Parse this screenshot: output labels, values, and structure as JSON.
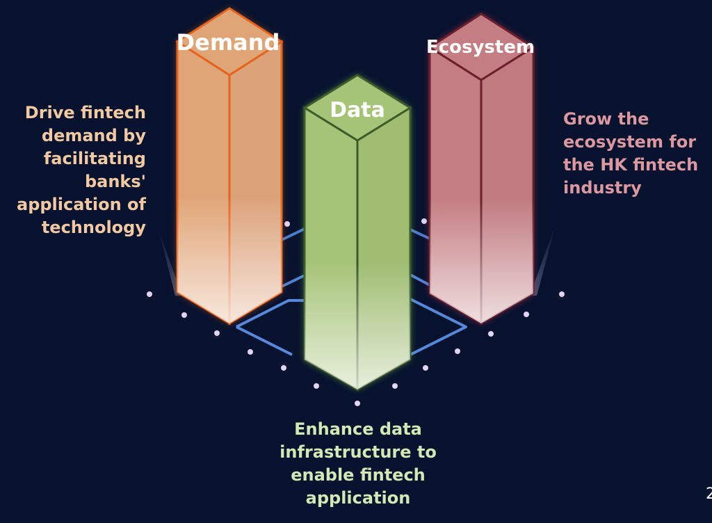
{
  "pillars": {
    "demand": {
      "label": "Demand",
      "caption": "Drive fintech demand by facilitating banks' application of technology",
      "color": "#e0a577",
      "edge": "#e5641d",
      "text_color": "#f2c9a2"
    },
    "data": {
      "label": "Data",
      "caption": "Enhance data infrastructure to enable fintech application",
      "color": "#a6c477",
      "edge": "#3e5b2a",
      "text_color": "#d3e8b4"
    },
    "ecosystem": {
      "label": "Ecosystem",
      "caption": "Grow the ecosystem for the HK fintech industry",
      "color": "#c47e83",
      "edge": "#6b1f2c",
      "text_color": "#dc98a0"
    }
  },
  "page_number": "2",
  "colors": {
    "background": "#07122e",
    "platform_lines": "#5b8fe6",
    "dots": "#e2d4f2"
  }
}
